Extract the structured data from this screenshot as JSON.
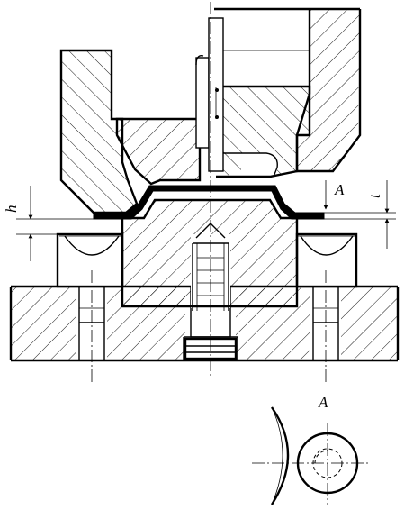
{
  "labels": {
    "h": "h",
    "t": "t",
    "a_arrow": "A",
    "a_view": "A"
  },
  "colors": {
    "line": "#000000",
    "background": "#ffffff"
  }
}
